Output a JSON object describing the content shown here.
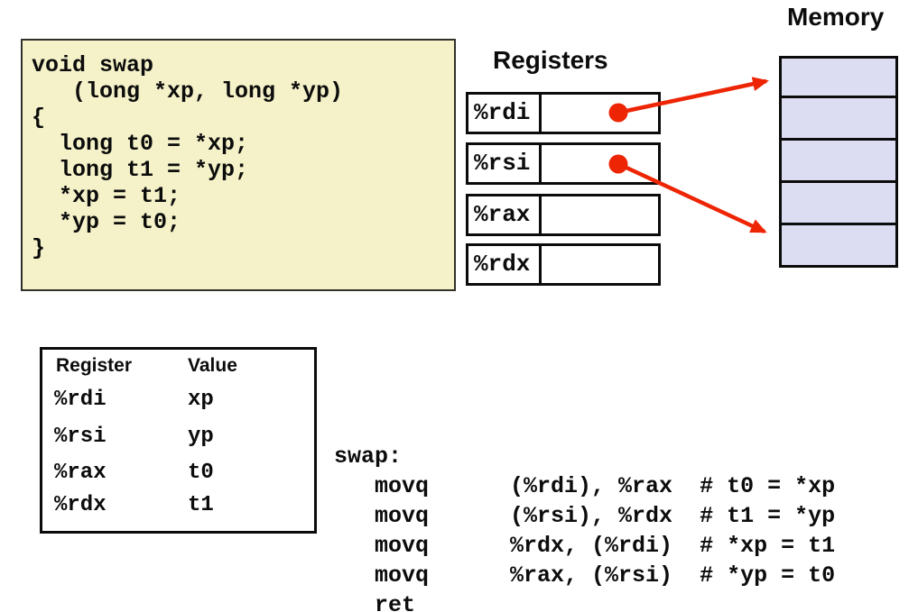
{
  "headings": {
    "registers": "Registers",
    "memory": "Memory"
  },
  "c_code": {
    "lines": [
      "void swap",
      "   (long *xp, long *yp)",
      "{",
      "  long t0 = *xp;",
      "  long t1 = *yp;",
      "  *xp = t1;",
      "  *yp = t0;",
      "}"
    ]
  },
  "registers_panel": {
    "rows": [
      {
        "name": "%rdi",
        "value": ""
      },
      {
        "name": "%rsi",
        "value": ""
      },
      {
        "name": "%rax",
        "value": ""
      },
      {
        "name": "%rdx",
        "value": ""
      }
    ]
  },
  "memory_panel": {
    "cell_count": 5
  },
  "diagram_links": [
    {
      "from": "%rdi",
      "to": "memory-cell-1"
    },
    {
      "from": "%rsi",
      "to": "memory-cell-5"
    }
  ],
  "register_value_table": {
    "headers": [
      "Register",
      "Value"
    ],
    "rows": [
      [
        "%rdi",
        "xp"
      ],
      [
        "%rsi",
        "yp"
      ],
      [
        "%rax",
        "t0"
      ],
      [
        "%rdx",
        "t1"
      ]
    ]
  },
  "assembly": {
    "lines": [
      "swap:",
      "   movq      (%rdi), %rax  # t0 = *xp",
      "   movq      (%rsi), %rdx  # t1 = *yp",
      "   movq      %rdx, (%rdi)  # *xp = t1",
      "   movq      %rax, (%rsi)  # *yp = t0",
      "   ret"
    ]
  },
  "colors": {
    "code_box_bg": "#F5F2C9",
    "memory_cell_bg": "#DCDCF2",
    "pointer_red": "#EE2504",
    "border_black": "#0B0B0B"
  }
}
